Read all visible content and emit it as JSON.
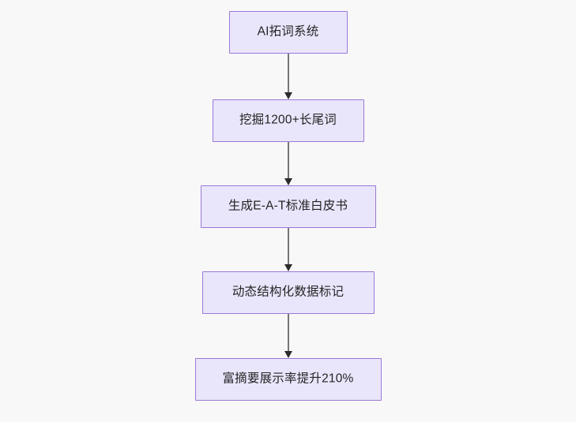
{
  "diagram": {
    "type": "flowchart",
    "direction": "top-to-bottom",
    "background_color": "#f8f8f8",
    "node_fill_color": "#e9e6fb",
    "node_border_color": "#9a78d6",
    "text_color": "#242424",
    "connector_color": "#767676",
    "arrowhead_color": "#2b2b2b",
    "nodes": [
      {
        "id": "node-0",
        "label": "AI拓词系统"
      },
      {
        "id": "node-1",
        "label": "挖掘1200+长尾词"
      },
      {
        "id": "node-2",
        "label": "生成E-A-T标准白皮书"
      },
      {
        "id": "node-3",
        "label": "动态结构化数据标记"
      },
      {
        "id": "node-4",
        "label": "富摘要展示率提升210%"
      }
    ],
    "edges": [
      {
        "id": "edge-0",
        "from": "node-0",
        "to": "node-1",
        "label": ""
      },
      {
        "id": "edge-1",
        "from": "node-1",
        "to": "node-2",
        "label": ""
      },
      {
        "id": "edge-2",
        "from": "node-2",
        "to": "node-3",
        "label": ""
      },
      {
        "id": "edge-3",
        "from": "node-3",
        "to": "node-4",
        "label": ""
      }
    ]
  }
}
